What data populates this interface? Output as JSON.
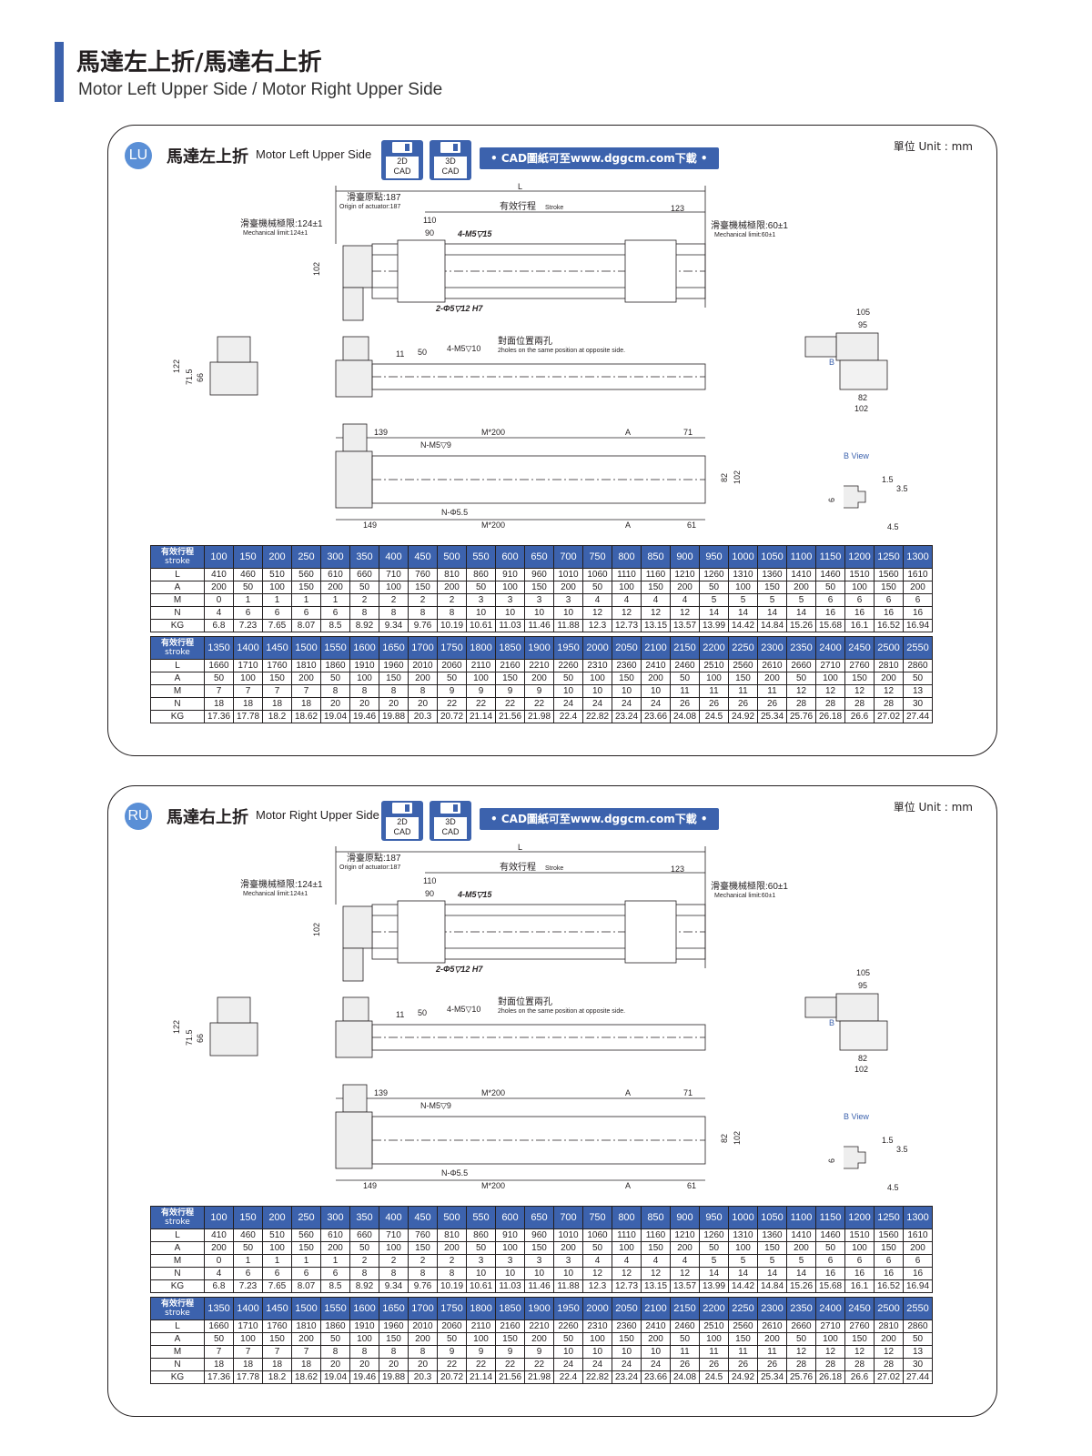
{
  "header": {
    "title_zh": "馬達左上折/馬達右上折",
    "title_en": "Motor Left Upper Side / Motor Right Upper Side"
  },
  "colors": {
    "accent": "#3c62ad",
    "badge": "#5a8fd6"
  },
  "panels": [
    {
      "badge": "LU",
      "title_zh": "馬達左上折",
      "title_en": "Motor Left Upper Side",
      "cad_2d": "2D\nCAD",
      "cad_3d": "3D\nCAD",
      "cad_link": "• CAD圖紙可至www.dggcm.com下載 •",
      "unit": "單位 Unit : mm",
      "drawing": {
        "L": "L",
        "origin_zh": "滑臺原點:187",
        "origin_en": "Origin of actuator:187",
        "stroke_zh": "有效行程",
        "stroke_en": "Stroke",
        "d123": "123",
        "mech_left_zh": "滑臺機械極限:124±1",
        "mech_left_en": "Mechanical limit:124±1",
        "mech_right_zh": "滑臺機械極限:60±1",
        "mech_right_en": "Mechanical limit:60±1",
        "d110": "110",
        "d90": "90",
        "m5": "4-M5▽15",
        "d102": "102",
        "pin": "2-Φ5▽12 H7",
        "d11": "11",
        "d50": "50",
        "m5b": "4-M5▽10",
        "opp_zh": "對面位置兩孔",
        "opp_en": "2holes on the same position at opposite side.",
        "d122": "122",
        "d715": "71.5",
        "d66": "66",
        "d105": "105",
        "d95": "95",
        "B": "B",
        "d82": "82",
        "d139": "139",
        "M200": "M*200",
        "A": "A",
        "d71": "71",
        "nm5": "N-M5▽9",
        "nphi": "N-Φ5.5",
        "d149": "149",
        "d61": "61",
        "bview": "B View",
        "d15": "1.5",
        "d35": "3.5",
        "d6": "6",
        "d45": "4.5"
      }
    },
    {
      "badge": "RU",
      "title_zh": "馬達右上折",
      "title_en": "Motor Right Upper Side",
      "cad_2d": "2D\nCAD",
      "cad_3d": "3D\nCAD",
      "cad_link": "• CAD圖紙可至www.dggcm.com下載 •",
      "unit": "單位 Unit : mm",
      "drawing": {
        "L": "L",
        "origin_zh": "滑臺原點:187",
        "origin_en": "Origin of actuator:187",
        "stroke_zh": "有效行程",
        "stroke_en": "Stroke",
        "d123": "123",
        "mech_left_zh": "滑臺機械極限:124±1",
        "mech_left_en": "Mechanical limit:124±1",
        "mech_right_zh": "滑臺機械極限:60±1",
        "mech_right_en": "Mechanical limit:60±1",
        "d110": "110",
        "d90": "90",
        "m5": "4-M5▽15",
        "d102": "102",
        "pin": "2-Φ5▽12 H7",
        "d11": "11",
        "d50": "50",
        "m5b": "4-M5▽10",
        "opp_zh": "對面位置兩孔",
        "opp_en": "2holes on the same position at opposite side.",
        "d122": "122",
        "d715": "71.5",
        "d66": "66",
        "d105": "105",
        "d95": "95",
        "B": "B",
        "d82": "82",
        "d139": "139",
        "M200": "M*200",
        "A": "A",
        "d71": "71",
        "nm5": "N-M5▽9",
        "nphi": "N-Φ5.5",
        "d149": "149",
        "d61": "61",
        "bview": "B View",
        "d15": "1.5",
        "d35": "3.5",
        "d6": "6",
        "d45": "4.5"
      }
    }
  ],
  "table": {
    "head_zh": "有效行程",
    "head_en": "stroke",
    "row_labels": [
      "L",
      "A",
      "M",
      "N",
      "KG"
    ],
    "part1": {
      "stroke": [
        "100",
        "150",
        "200",
        "250",
        "300",
        "350",
        "400",
        "450",
        "500",
        "550",
        "600",
        "650",
        "700",
        "750",
        "800",
        "850",
        "900",
        "950",
        "1000",
        "1050",
        "1100",
        "1150",
        "1200",
        "1250",
        "1300"
      ],
      "L": [
        "410",
        "460",
        "510",
        "560",
        "610",
        "660",
        "710",
        "760",
        "810",
        "860",
        "910",
        "960",
        "1010",
        "1060",
        "1110",
        "1160",
        "1210",
        "1260",
        "1310",
        "1360",
        "1410",
        "1460",
        "1510",
        "1560",
        "1610"
      ],
      "A": [
        "200",
        "50",
        "100",
        "150",
        "200",
        "50",
        "100",
        "150",
        "200",
        "50",
        "100",
        "150",
        "200",
        "50",
        "100",
        "150",
        "200",
        "50",
        "100",
        "150",
        "200",
        "50",
        "100",
        "150",
        "200"
      ],
      "M": [
        "0",
        "1",
        "1",
        "1",
        "1",
        "2",
        "2",
        "2",
        "2",
        "3",
        "3",
        "3",
        "3",
        "4",
        "4",
        "4",
        "4",
        "5",
        "5",
        "5",
        "5",
        "6",
        "6",
        "6",
        "6"
      ],
      "N": [
        "4",
        "6",
        "6",
        "6",
        "6",
        "8",
        "8",
        "8",
        "8",
        "10",
        "10",
        "10",
        "10",
        "12",
        "12",
        "12",
        "12",
        "14",
        "14",
        "14",
        "14",
        "16",
        "16",
        "16",
        "16"
      ],
      "KG": [
        "6.8",
        "7.23",
        "7.65",
        "8.07",
        "8.5",
        "8.92",
        "9.34",
        "9.76",
        "10.19",
        "10.61",
        "11.03",
        "11.46",
        "11.88",
        "12.3",
        "12.73",
        "13.15",
        "13.57",
        "13.99",
        "14.42",
        "14.84",
        "15.26",
        "15.68",
        "16.1",
        "16.52",
        "16.94"
      ]
    },
    "part2": {
      "stroke": [
        "1350",
        "1400",
        "1450",
        "1500",
        "1550",
        "1600",
        "1650",
        "1700",
        "1750",
        "1800",
        "1850",
        "1900",
        "1950",
        "2000",
        "2050",
        "2100",
        "2150",
        "2200",
        "2250",
        "2300",
        "2350",
        "2400",
        "2450",
        "2500",
        "2550"
      ],
      "L": [
        "1660",
        "1710",
        "1760",
        "1810",
        "1860",
        "1910",
        "1960",
        "2010",
        "2060",
        "2110",
        "2160",
        "2210",
        "2260",
        "2310",
        "2360",
        "2410",
        "2460",
        "2510",
        "2560",
        "2610",
        "2660",
        "2710",
        "2760",
        "2810",
        "2860"
      ],
      "A": [
        "50",
        "100",
        "150",
        "200",
        "50",
        "100",
        "150",
        "200",
        "50",
        "100",
        "150",
        "200",
        "50",
        "100",
        "150",
        "200",
        "50",
        "100",
        "150",
        "200",
        "50",
        "100",
        "150",
        "200",
        "50"
      ],
      "M": [
        "7",
        "7",
        "7",
        "7",
        "8",
        "8",
        "8",
        "8",
        "9",
        "9",
        "9",
        "9",
        "10",
        "10",
        "10",
        "10",
        "11",
        "11",
        "11",
        "11",
        "12",
        "12",
        "12",
        "12",
        "13"
      ],
      "N": [
        "18",
        "18",
        "18",
        "18",
        "20",
        "20",
        "20",
        "20",
        "22",
        "22",
        "22",
        "22",
        "24",
        "24",
        "24",
        "24",
        "26",
        "26",
        "26",
        "26",
        "28",
        "28",
        "28",
        "28",
        "30"
      ],
      "KG": [
        "17.36",
        "17.78",
        "18.2",
        "18.62",
        "19.04",
        "19.46",
        "19.88",
        "20.3",
        "20.72",
        "21.14",
        "21.56",
        "21.98",
        "22.4",
        "22.82",
        "23.24",
        "23.66",
        "24.08",
        "24.5",
        "24.92",
        "25.34",
        "25.76",
        "26.18",
        "26.6",
        "27.02",
        "27.44"
      ]
    }
  }
}
